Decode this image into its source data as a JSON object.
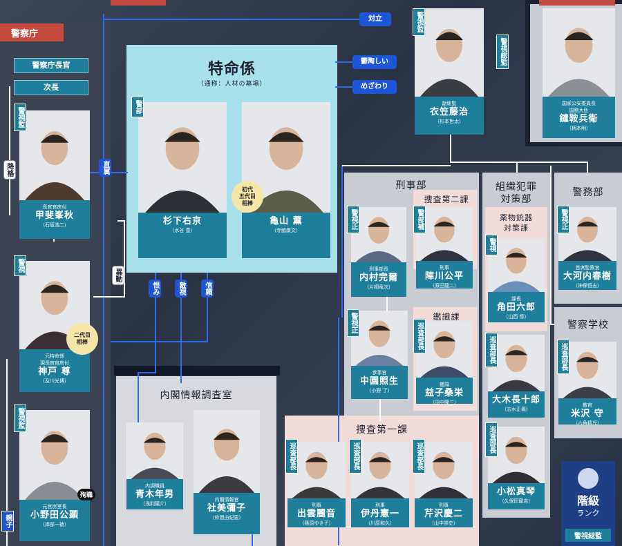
{
  "police_agency": "警察庁",
  "top_roles": [
    "警察庁長官",
    "次長"
  ],
  "tokumei": {
    "title": "特命係",
    "subtitle": "（通称：人材の墓場）"
  },
  "sections": {
    "keiji": "刑事部",
    "soshiki": "組織犯罪\n対策部",
    "keimu": "警務部",
    "sousa2": "捜査第二課",
    "kanshiki": "鑑識課",
    "sousa1": "捜査第一課",
    "yakubutsu": "薬物銃器\n対策課",
    "gakkou": "警察学校",
    "naikaku": "内閣情報調査室"
  },
  "relations": {
    "tairitsu": "対立",
    "uttoushii": "鬱陶しい",
    "mezawari": "めざわり",
    "chokuzoku": "直属",
    "kouyaku": "降格",
    "idou": "異動",
    "urami": "恨み",
    "tekishi": "敵視",
    "shinrai": "信頼"
  },
  "ranks": {
    "keishikan": "警視監",
    "keishisoukan": "警視総監",
    "keibu": "警部",
    "keishi": "警視",
    "keishisei": "警視正",
    "keibuho": "警部補",
    "junsabucho": "巡査部長"
  },
  "badges": {
    "first": "初代\n五代目\n相棒",
    "second": "二代目\n相棒",
    "junshoku": "殉職",
    "oyako": "親子"
  },
  "legend": {
    "title": "階級",
    "sub": "ランク",
    "rank": "警視総監"
  },
  "people": [
    {
      "id": "kaikatsu",
      "role": "国家公安委員長\n国務大臣",
      "name": "鑓鞍兵衛",
      "actor": "（柄本明）"
    },
    {
      "id": "kinugasa",
      "role": "副総監",
      "name": "衣笠藤治",
      "actor": "（杉本哲太）"
    },
    {
      "id": "kai",
      "role": "長官官房付",
      "name": "甲斐峯秋",
      "actor": "（石坂浩二）"
    },
    {
      "id": "sugishita",
      "role": "",
      "name": "杉下右京",
      "actor": "（水谷 豊）"
    },
    {
      "id": "kameyama",
      "role": "",
      "name": "亀山 薫",
      "actor": "（寺脇康文）"
    },
    {
      "id": "kanbe",
      "role": "元特命係\n現長官官房付",
      "name": "神戸 尊",
      "actor": "（及川光博）"
    },
    {
      "id": "onoda",
      "role": "元官房室長",
      "name": "小野田公顕",
      "actor": "（岸部一徳）"
    },
    {
      "id": "aoki",
      "role": "内調職員",
      "name": "青木年男",
      "actor": "（浅利陽介）"
    },
    {
      "id": "yashiro",
      "role": "内閣情報官",
      "name": "社美彌子",
      "actor": "（仲間由紀恵）"
    },
    {
      "id": "uchimura",
      "role": "刑事部長",
      "name": "内村完爾",
      "actor": "（片桐竜次）"
    },
    {
      "id": "jinkawa",
      "role": "刑事",
      "name": "陣川公平",
      "actor": "（原田龍二）"
    },
    {
      "id": "nakazono",
      "role": "参事官",
      "name": "中園照生",
      "actor": "（小野 了）"
    },
    {
      "id": "masuko",
      "role": "鑑識",
      "name": "益子桑栄",
      "actor": "（田中隆三）"
    },
    {
      "id": "kakuda",
      "role": "課長",
      "name": "角田六郎",
      "actor": "（山西 惇）"
    },
    {
      "id": "ookouchi",
      "role": "首席監察官",
      "name": "大河内春樹",
      "actor": "（神保悟志）"
    },
    {
      "id": "ookido",
      "role": "",
      "name": "大木長十郎",
      "actor": "（志水正義）"
    },
    {
      "id": "yonezawa",
      "role": "教官",
      "name": "米沢 守",
      "actor": "（六角精児）"
    },
    {
      "id": "komatsu",
      "role": "",
      "name": "小松真琴",
      "actor": "（久保田龍吉）"
    },
    {
      "id": "izumo",
      "role": "刑事",
      "name": "出雲麗音",
      "actor": "（篠原ゆき子）"
    },
    {
      "id": "itami",
      "role": "刑事",
      "name": "伊丹憲一",
      "actor": "（川原和久）"
    },
    {
      "id": "serizawa",
      "role": "刑事",
      "name": "芹沢慶二",
      "actor": "（山中崇史）"
    }
  ]
}
